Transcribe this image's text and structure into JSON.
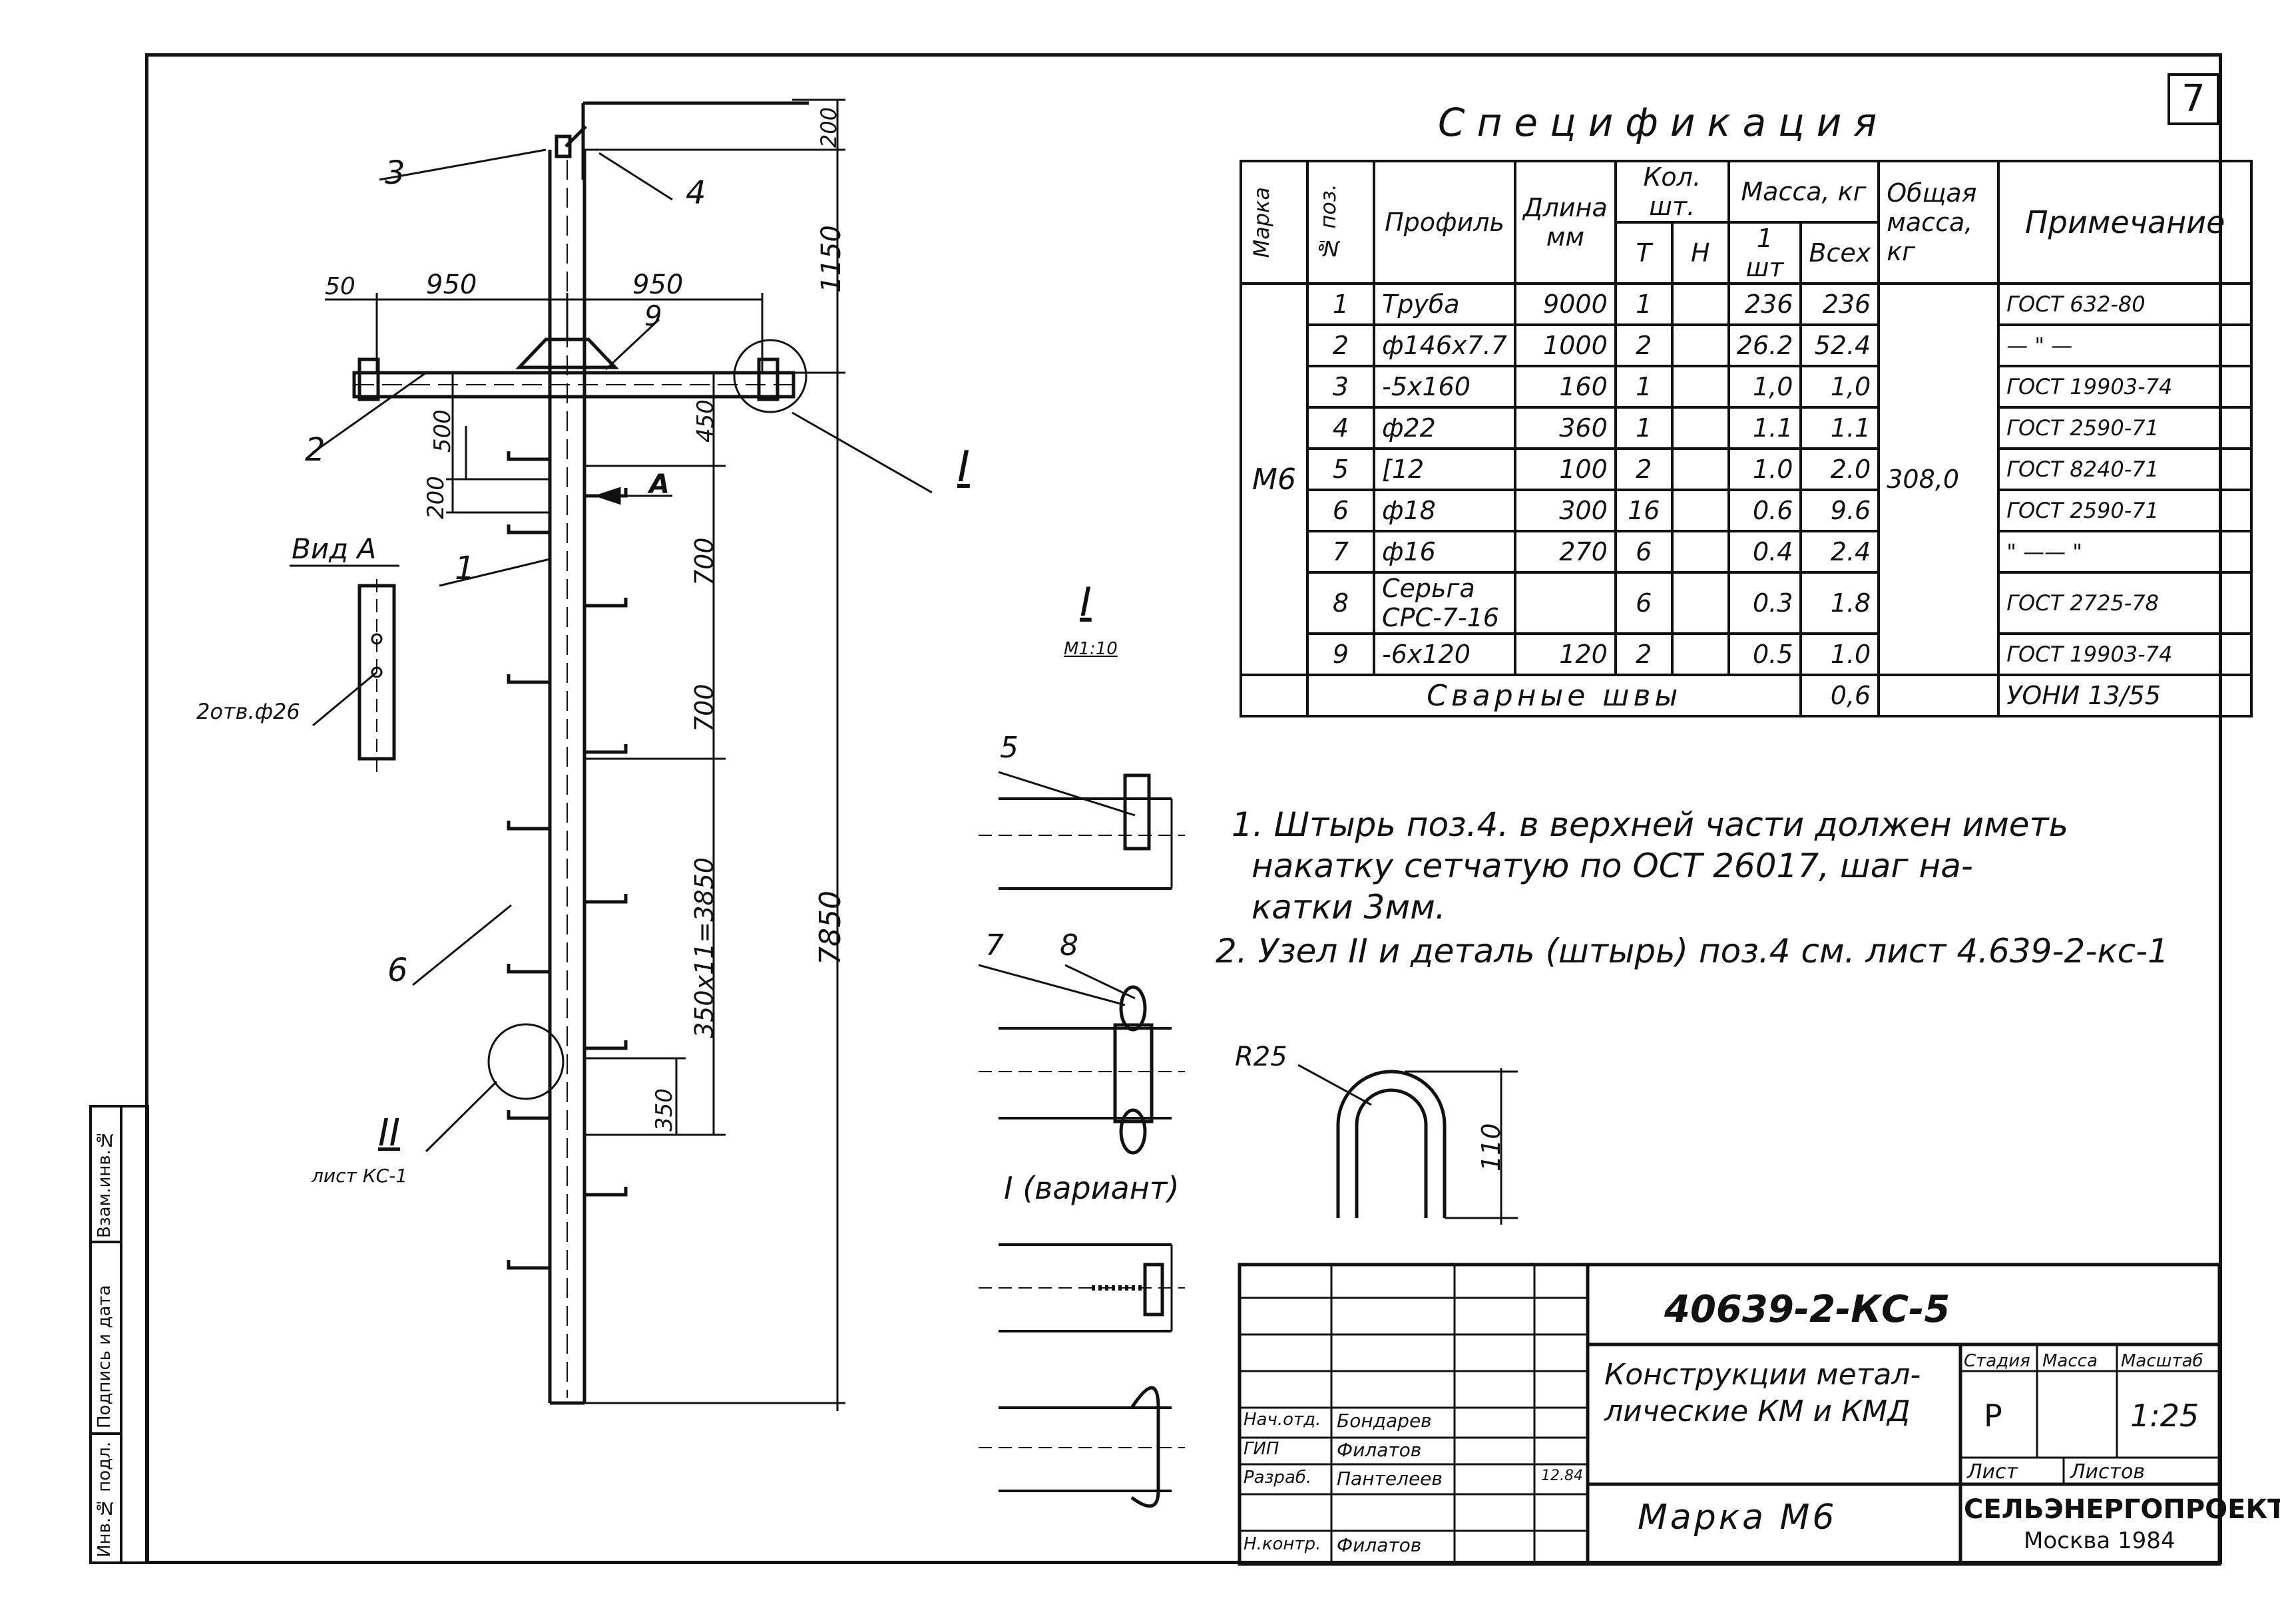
{
  "sheet_number": "7",
  "spec": {
    "title": "Спецификация",
    "headers": {
      "mark": "Марка",
      "pos": "№ поз.",
      "profile": "Профиль",
      "length": "Длина мм",
      "qty": "Кол. шт.",
      "qty_t": "Т",
      "qty_n": "Н",
      "mass": "Масса, кг",
      "mass_one": "1 шт",
      "mass_all": "Всех",
      "total_mass": "Общая масса, кг",
      "note": "Примечание"
    },
    "mark": "М6",
    "total_mass": "308,0",
    "rows": [
      {
        "pos": "1",
        "profile": "Труба",
        "length": "9000",
        "qty": "1",
        "m1": "236",
        "mall": "236",
        "note": "ГОСТ 632-80"
      },
      {
        "pos": "2",
        "profile": "ф146х7.7",
        "length": "1000",
        "qty": "2",
        "m1": "26.2",
        "mall": "52.4",
        "note": "— \" —"
      },
      {
        "pos": "3",
        "profile": "-5х160",
        "length": "160",
        "qty": "1",
        "m1": "1,0",
        "mall": "1,0",
        "note": "ГОСТ 19903-74"
      },
      {
        "pos": "4",
        "profile": "ф22",
        "length": "360",
        "qty": "1",
        "m1": "1.1",
        "mall": "1.1",
        "note": "ГОСТ 2590-71"
      },
      {
        "pos": "5",
        "profile": "[12",
        "length": "100",
        "qty": "2",
        "m1": "1.0",
        "mall": "2.0",
        "note": "ГОСТ 8240-71"
      },
      {
        "pos": "6",
        "profile": "ф18",
        "length": "300",
        "qty": "16",
        "m1": "0.6",
        "mall": "9.6",
        "note": "ГОСТ 2590-71"
      },
      {
        "pos": "7",
        "profile": "ф16",
        "length": "270",
        "qty": "6",
        "m1": "0.4",
        "mall": "2.4",
        "note": "\" —— \""
      },
      {
        "pos": "8",
        "profile": "Серьга СРС-7-16",
        "length": "",
        "qty": "6",
        "m1": "0.3",
        "mall": "1.8",
        "note": "ГОСТ 2725-78"
      },
      {
        "pos": "9",
        "profile": "-6х120",
        "length": "120",
        "qty": "2",
        "m1": "0.5",
        "mall": "1.0",
        "note": "ГОСТ 19903-74"
      }
    ],
    "welds": {
      "label": "Сварные швы",
      "mass": "0,6",
      "note": "УОНИ 13/55"
    }
  },
  "notes": [
    "1. Штырь поз.4. в верхней части должен иметь",
    "накатку сетчатую по ОСТ 26017, шаг на-",
    "катки 3мм.",
    "2. Узел II и деталь (штырь) поз.4 см. лист 4.639-2-кс-1"
  ],
  "drawing_labels": {
    "pos3": "3",
    "pos4": "4",
    "pos9": "9",
    "pos2": "2",
    "pos1": "1",
    "pos6": "6",
    "dim_50": "50",
    "dim_950a": "950",
    "dim_950b": "950",
    "dim_200top": "200",
    "dim_1150": "1150",
    "dim_450": "450",
    "dim_500": "500",
    "dim_200": "200",
    "dim_700a": "700",
    "dim_700b": "700",
    "dim_3850": "350х11=3850",
    "dim_7850": "7850",
    "dim_350": "350",
    "view_a": "Вид А",
    "arrow_a": "А",
    "holes": "2отв.ф26",
    "node_I": "I",
    "node_II": "II",
    "sheet_kc1": "лист КС-1",
    "detail_I": "I",
    "detail_scale": "М1:10",
    "detail_5": "5",
    "detail_7": "7",
    "detail_8": "8",
    "variant": "I (вариант)",
    "r25": "R25",
    "dim_110": "110"
  },
  "title_block": {
    "doc_code": "40639-2-КС-5",
    "name_line1": "Конструкции метал-",
    "name_line2": "лические КМ и КМД",
    "stage_h": "Стадия",
    "mass_h": "Масса",
    "scale_h": "Масштаб",
    "stage": "Р",
    "scale": "1:25",
    "sheet_h": "Лист",
    "sheets_h": "Листов",
    "mark_title": "Марка М6",
    "org": "СЕЛЬЭНЕРГОПРОЕКТ",
    "city_year": "Москва 1984",
    "people": [
      {
        "role": "Нач.отд.",
        "name": "Бондарев"
      },
      {
        "role": "ГИП",
        "name": "Филатов"
      },
      {
        "role": "Разраб.",
        "name": "Пантелеев"
      },
      {
        "role": "Н.контр.",
        "name": "Филатов"
      }
    ],
    "date_note": "12.84"
  },
  "side_stamp": [
    "Инв.№ подл.",
    "Подпись и дата",
    "Взам.инв.№"
  ]
}
